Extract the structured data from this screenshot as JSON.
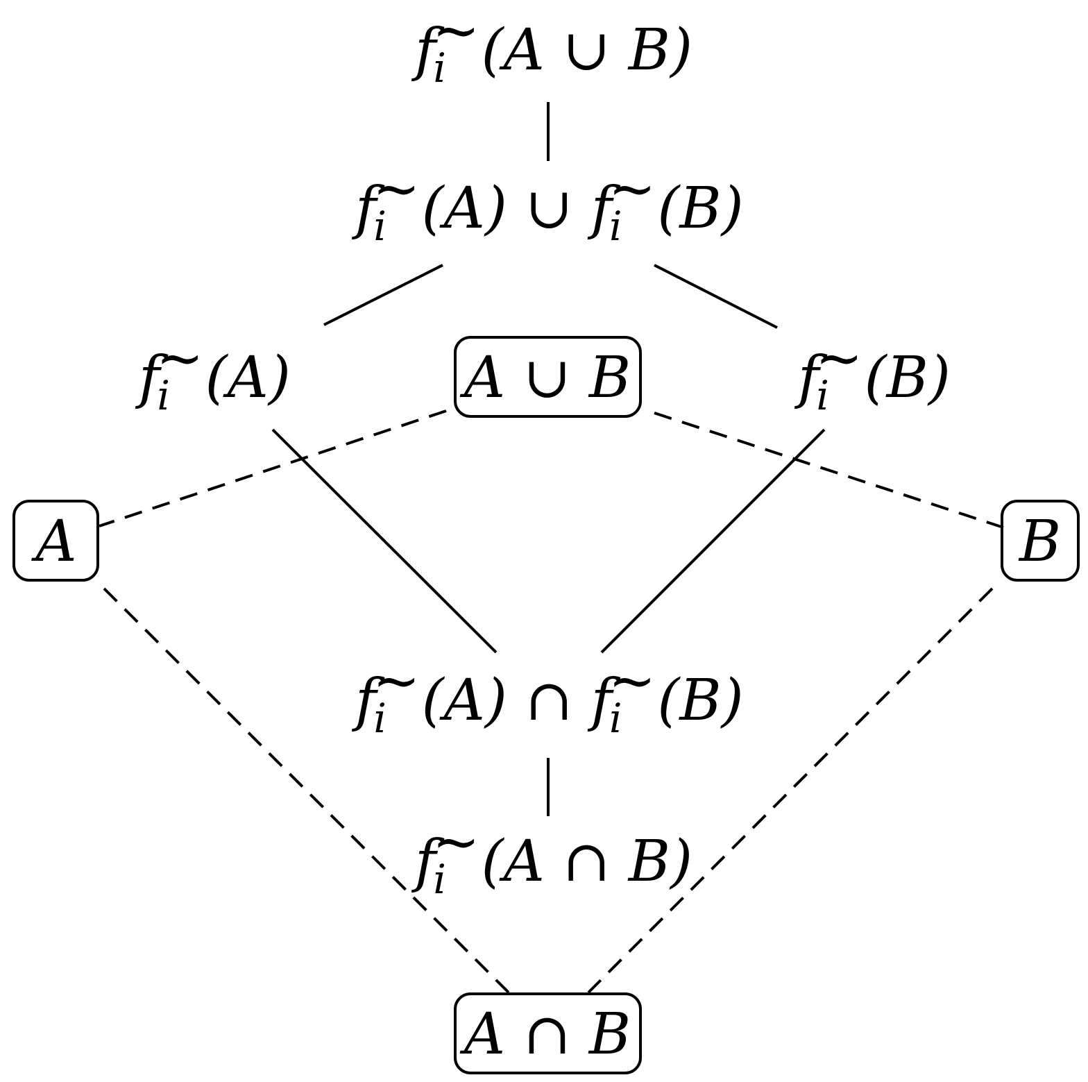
{
  "diagram": {
    "nodes": {
      "f_union_AB": {
        "f": "f",
        "sub": "i",
        "sup": "~",
        "arg": "(A ∪ B)"
      },
      "fA_union_fB": {
        "f1": "f",
        "sub1": "i",
        "sup1": "~",
        "arg1": "(A) ∪ ",
        "f2": "f",
        "sub2": "i",
        "sup2": "~",
        "arg2": "(B)"
      },
      "fA": {
        "f": "f",
        "sub": "i",
        "sup": "~",
        "arg": "(A)"
      },
      "A_union_B": {
        "label": "A ∪ B"
      },
      "fB": {
        "f": "f",
        "sub": "i",
        "sup": "~",
        "arg": "(B)"
      },
      "A": {
        "label": "A"
      },
      "B": {
        "label": "B"
      },
      "fA_inter_fB": {
        "f1": "f",
        "sub1": "i",
        "sup1": "~",
        "arg1": "(A) ∩ ",
        "f2": "f",
        "sub2": "i",
        "sup2": "~",
        "arg2": "(B)"
      },
      "f_inter_AB": {
        "f": "f",
        "sub": "i",
        "sup": "~",
        "arg": "(A ∩ B)"
      },
      "A_inter_B": {
        "label": "A ∩ B"
      }
    },
    "edges": [
      {
        "from": "f_union_AB",
        "to": "fA_union_fB",
        "style": "solid"
      },
      {
        "from": "fA_union_fB",
        "to": "fA",
        "style": "solid"
      },
      {
        "from": "fA_union_fB",
        "to": "fB",
        "style": "solid"
      },
      {
        "from": "fA",
        "to": "fA_inter_fB",
        "style": "solid"
      },
      {
        "from": "fB",
        "to": "fA_inter_fB",
        "style": "solid"
      },
      {
        "from": "fA_inter_fB",
        "to": "f_inter_AB",
        "style": "solid"
      },
      {
        "from": "A_union_B",
        "to": "A",
        "style": "dashed"
      },
      {
        "from": "A_union_B",
        "to": "B",
        "style": "dashed"
      },
      {
        "from": "A",
        "to": "A_inter_B",
        "style": "dashed"
      },
      {
        "from": "B",
        "to": "A_inter_B",
        "style": "dashed"
      }
    ]
  }
}
